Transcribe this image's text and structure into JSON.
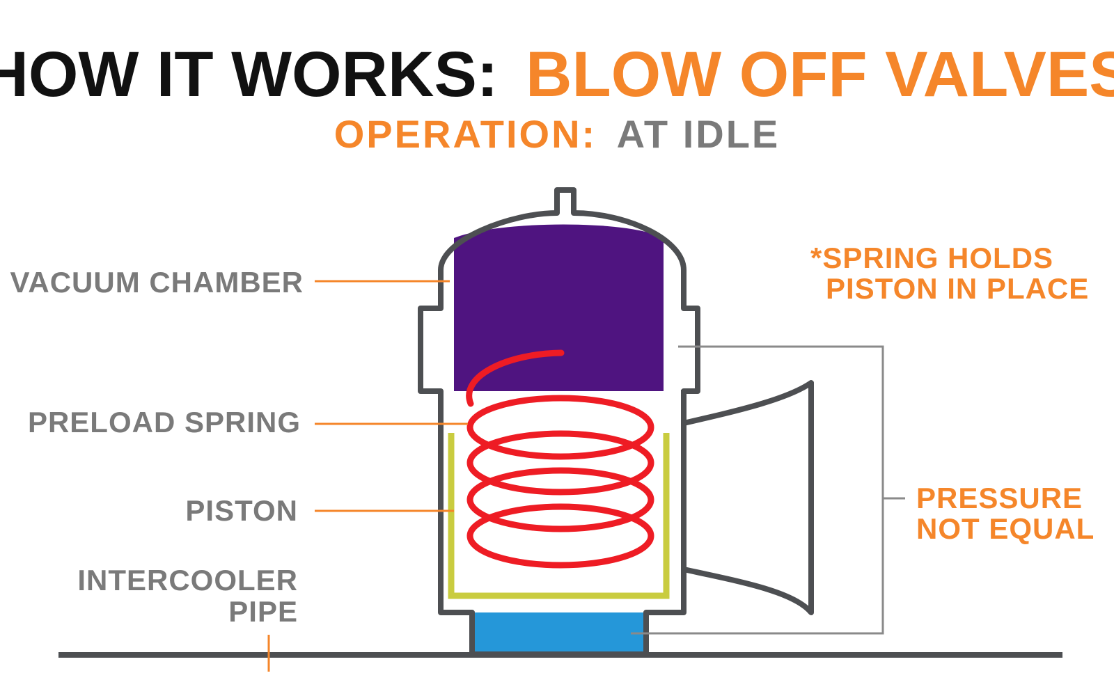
{
  "title": {
    "prefix": "HOW IT WORKS:",
    "highlight": "BLOW OFF VALVES"
  },
  "subtitle": {
    "prefix": "OPERATION:",
    "state": "AT IDLE"
  },
  "labels": {
    "vacuum_chamber": "VACUUM CHAMBER",
    "preload_spring": "PRELOAD SPRING",
    "piston": "PISTON",
    "intercooler_line1": "INTERCOOLER",
    "intercooler_line2": "PIPE"
  },
  "notes": {
    "spring_line1": "*SPRING HOLDS",
    "spring_line2": "PISTON IN PLACE",
    "pressure_line1": "PRESSURE",
    "pressure_line2": "NOT EQUAL"
  },
  "colors": {
    "title_black": "#111111",
    "accent_orange": "#f5862a",
    "label_gray": "#7a7a7a",
    "outline_dark": "#4d4f52",
    "vacuum_purple": "#4f1480",
    "spring_red": "#ee1c24",
    "piston_yellow": "#c9cc3f",
    "pipe_blue": "#2597d9",
    "bracket_gray": "#8a8a8a"
  }
}
